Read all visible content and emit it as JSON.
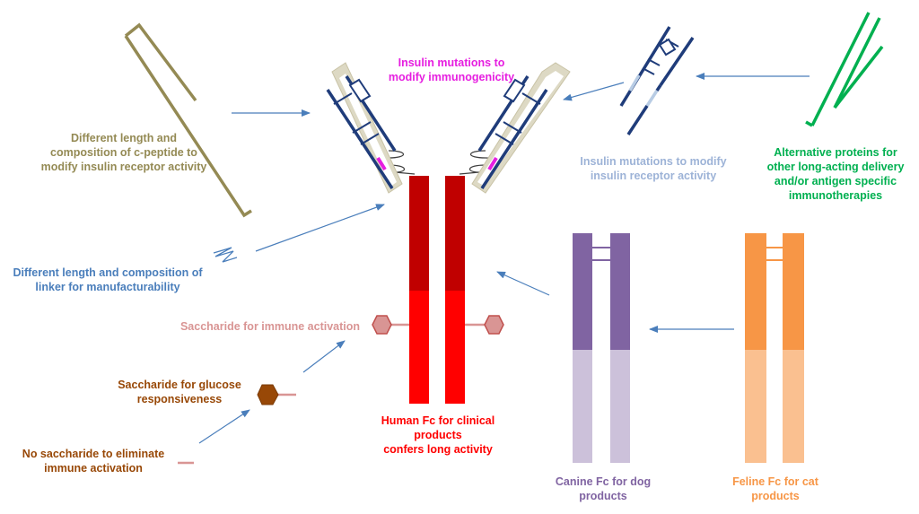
{
  "labels": {
    "insulin_immuno": "Insulin mutations to\nmodify immunogenicity",
    "cpeptide": "Different length and\ncomposition of c-peptide to\nmodify insulin receptor activity",
    "insulin_receptor": "Insulin mutations to modify\ninsulin receptor activity",
    "alternative": "Alternative proteins for\nother long-acting delivery\nand/or antigen specific\nimmunotherapies",
    "linker": "Different length and composition of\nlinker for manufacturability",
    "saccharide_immune": "Saccharide for immune activation",
    "saccharide_glucose": "Saccharide for glucose\nresponsiveness",
    "no_saccharide": "No saccharide to eliminate\nimmune activation",
    "human_fc": "Human Fc for clinical\nproducts\nconfers long activity",
    "canine_fc": "Canine Fc for dog\nproducts",
    "feline_fc": "Feline Fc for cat\nproducts"
  },
  "colors": {
    "magenta": "#e61ee0",
    "olive": "#948a54",
    "light_blue": "#9db3d7",
    "green": "#00b050",
    "blue": "#4a7ebb",
    "pink": "#d99594",
    "brown": "#984807",
    "red": "#ff0000",
    "purple": "#8064a2",
    "orange": "#f79646",
    "navy": "#1f3c7a",
    "beige": "#ddd9c4"
  },
  "icons": [
    "antibody-diagram",
    "hexagon-saccharide",
    "arrow"
  ]
}
